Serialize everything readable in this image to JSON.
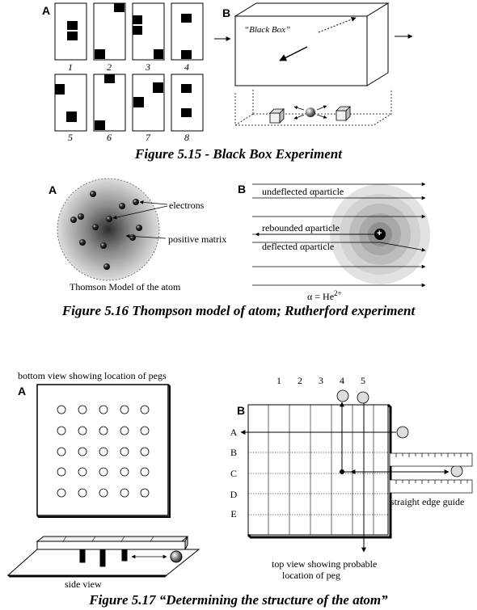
{
  "fig15": {
    "panel_a": "A",
    "panel_b": "B",
    "box_numbers": [
      "1",
      "2",
      "3",
      "4",
      "5",
      "6",
      "7",
      "8"
    ],
    "black_box_label": "“Black Box”",
    "caption": "Figure 5.15 - Black Box Experiment"
  },
  "fig16": {
    "panel_a": "A",
    "panel_b": "B",
    "electrons_label": "electrons",
    "matrix_label": "positive matrix",
    "thomson_label": "Thomson Model of the atom",
    "undeflected_label": "undeflected",
    "rebounded_label": "rebounded",
    "deflected_label": "deflected",
    "alpha_symbol": "α",
    "particle_word": "particle",
    "nucleus_symbol": "+",
    "formula_lhs": "α = He",
    "formula_sup": "2+",
    "caption": "Figure 5.16 Thompson model of atom; Rutherford experiment"
  },
  "fig17": {
    "panel_a": "A",
    "panel_b": "B",
    "bottom_view_label": "bottom view showing location of pegs",
    "side_view_label": "side view",
    "column_numbers": [
      "1",
      "2",
      "3",
      "4",
      "5"
    ],
    "row_letters": [
      "A",
      "B",
      "C",
      "D",
      "E"
    ],
    "guide_label": "straight edge guide",
    "top_view_line1": "top view showing probable",
    "top_view_line2": "location of peg",
    "caption": "Figure 5.17 “Determining the structure of the atom”"
  }
}
